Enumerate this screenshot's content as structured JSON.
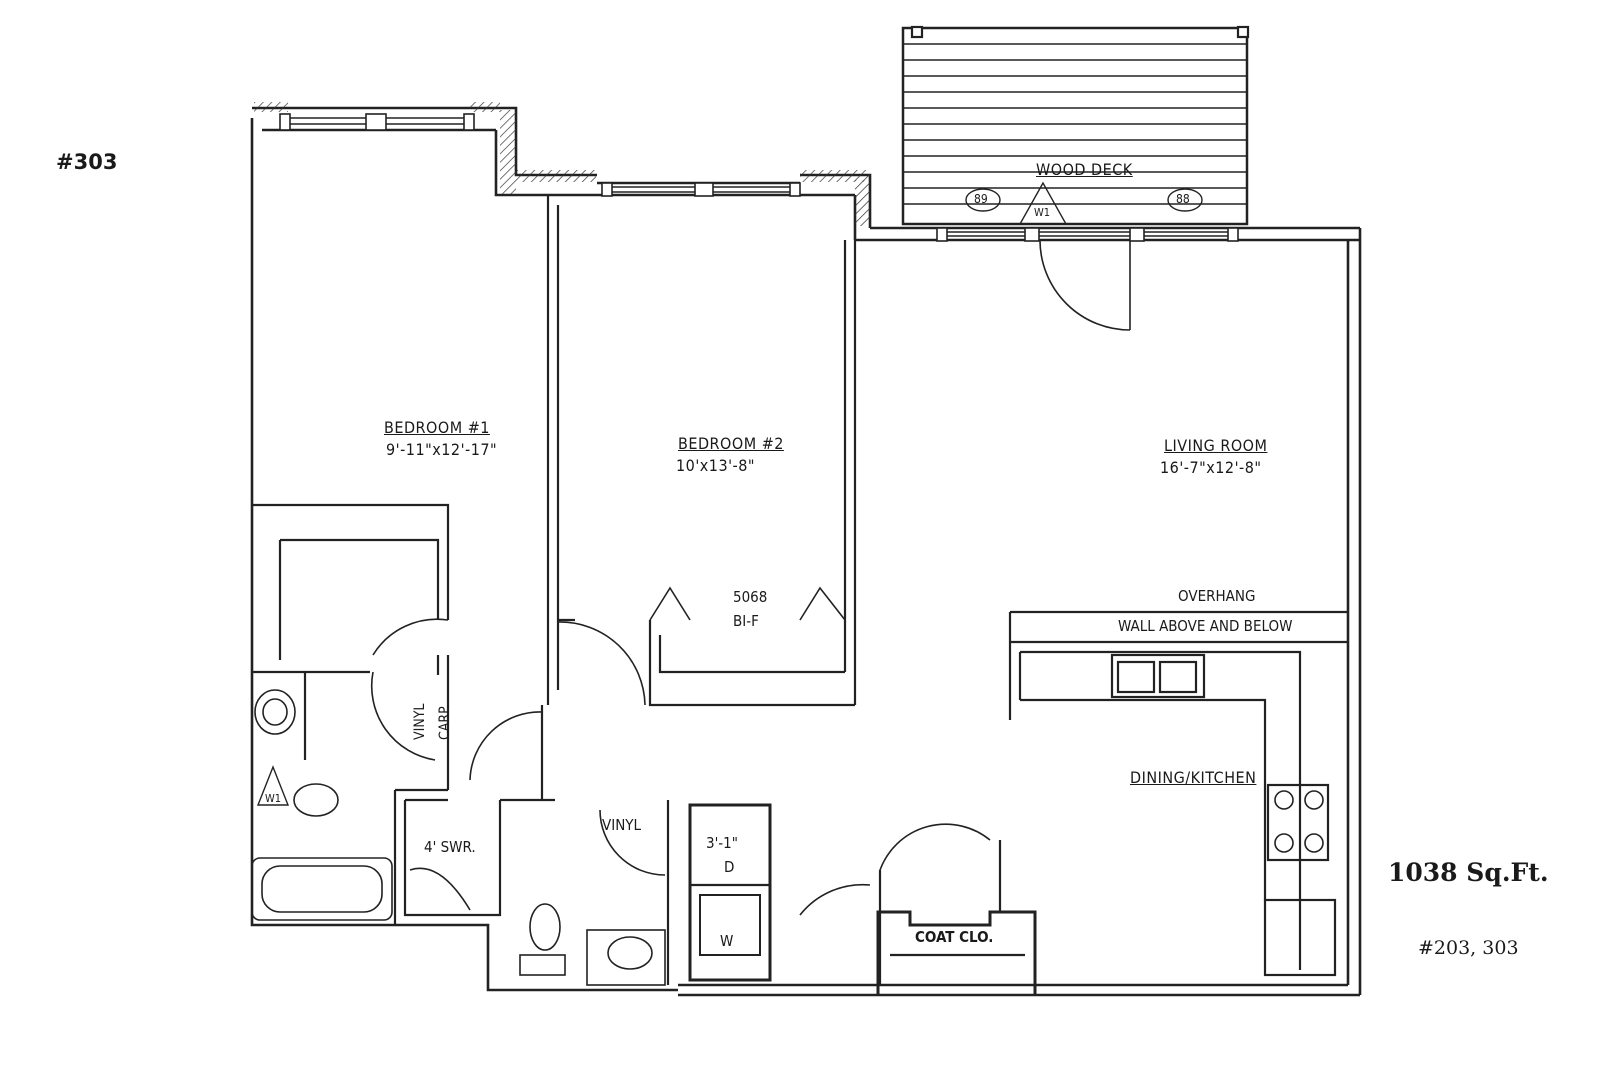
{
  "plan": {
    "unit_number": "#303",
    "square_feet": "1038 Sq.Ft.",
    "applies_to_units": "#203, 303",
    "rooms": {
      "bedroom1": {
        "name": "BEDROOM #1",
        "size": "9'-11\"x12'-17\""
      },
      "bedroom2": {
        "name": "BEDROOM #2",
        "size": "10'x13'-8\""
      },
      "living": {
        "name": "LIVING ROOM",
        "size": "16'-7\"x12'-8\""
      },
      "dining": {
        "name": "DINING/KITCHEN"
      },
      "deck": {
        "name": "WOOD DECK"
      }
    },
    "notes": {
      "overhang": "OVERHANG",
      "wall_above_below": "WALL ABOVE AND BELOW",
      "closet_door_code": "5068",
      "closet_door_type": "BI-F",
      "shower": "4' SWR.",
      "vinyl_bath2": "VINYL",
      "vinyl_hall": "VINYL",
      "carpet": "CARP.",
      "laundry_width": "3'-1\"",
      "dryer": "D",
      "washer": "W",
      "coat_closet": "COAT CLO.",
      "window_tag": "W1",
      "window_tag2": "W1",
      "marker_left": "89",
      "marker_right": "88"
    }
  }
}
